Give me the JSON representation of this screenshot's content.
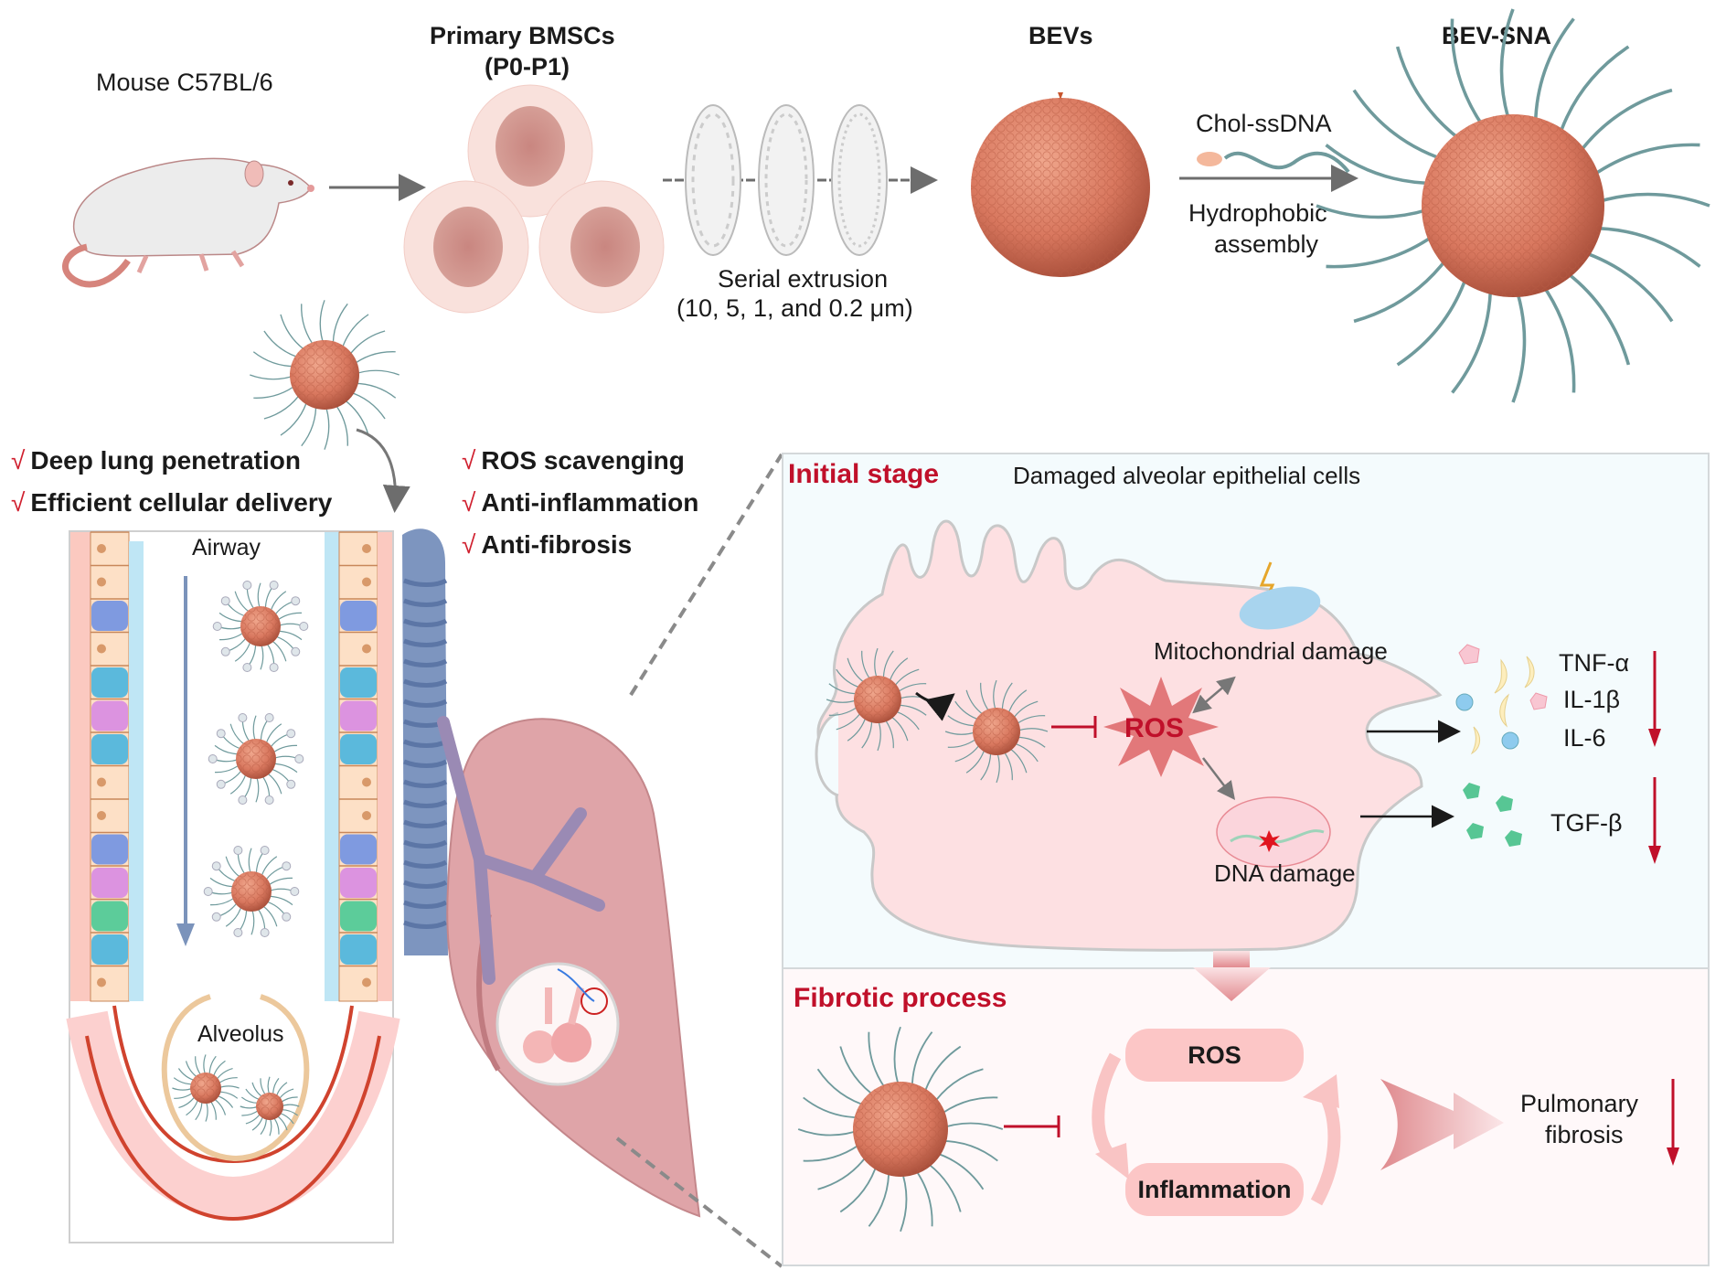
{
  "top_row": {
    "mouse_label": "Mouse C57BL/6",
    "bmsc_label_line1": "Primary BMSCs",
    "bmsc_label_line2": "(P0-P1)",
    "extrusion_label_line1": "Serial extrusion",
    "extrusion_label_line2": "(10, 5, 1, and 0.2 μm)",
    "bevs_label": "BEVs",
    "chol_label": "Chol-ssDNA",
    "assembly_line1": "Hydrophobic",
    "assembly_line2": "assembly",
    "bevsna_label": "BEV-SNA"
  },
  "benefits_left": [
    {
      "check": "√",
      "text": "Deep lung penetration"
    },
    {
      "check": "√",
      "text": "Efficient cellular delivery"
    }
  ],
  "benefits_right": [
    {
      "check": "√",
      "text": "ROS scavenging"
    },
    {
      "check": "√",
      "text": "Anti-inflammation"
    },
    {
      "check": "√",
      "text": "Anti-fibrosis"
    }
  ],
  "airway": {
    "airway_label": "Airway",
    "alveolus_label": "Alveolus"
  },
  "initial_stage": {
    "title": "Initial stage",
    "cell_label": "Damaged alveolar epithelial cells",
    "mito_label": "Mitochondrial damage",
    "ros_label": "ROS",
    "dna_label": "DNA damage",
    "cytokines": [
      "TNF-α",
      "IL-1β",
      "IL-6"
    ],
    "tgf_label": "TGF-β"
  },
  "fibrotic": {
    "title": "Fibrotic process",
    "ros_pill": "ROS",
    "inflammation_pill": "Inflammation",
    "outcome_line1": "Pulmonary",
    "outcome_line2": "fibrosis"
  },
  "colors": {
    "accent_red": "#c0102a",
    "nanoparticle": "#d9785f",
    "dna_strand": "#6f9a9c",
    "cell_pink": "#fde0e2",
    "panel_blue": "#f4fbfd",
    "panel_pink": "#fff8f9"
  }
}
